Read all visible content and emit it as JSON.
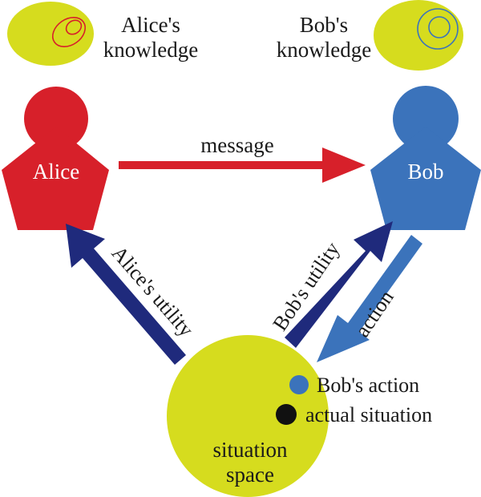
{
  "colors": {
    "alice": "#d7202a",
    "bob": "#3b73bb",
    "utility_arrow": "#1f2a7c",
    "knowledge_blob": "#d6dc1e",
    "dot_bob_action": "#3b73bb",
    "dot_actual": "#111111",
    "text_dark": "#1a1a1a",
    "text_light": "#ffffff"
  },
  "knowledge": {
    "alice_line1": "Alice's",
    "alice_line2": "knowledge",
    "bob_line1": "Bob's",
    "bob_line2": "knowledge"
  },
  "agents": {
    "alice": "Alice",
    "bob": "Bob"
  },
  "arrows": {
    "message": "message",
    "alice_utility": "Alice's utility",
    "bob_utility": "Bob's utility",
    "action": "action"
  },
  "situation": {
    "line1": "situation",
    "line2": "space",
    "legend_bob_action": "Bob's action",
    "legend_actual": "actual situation"
  }
}
